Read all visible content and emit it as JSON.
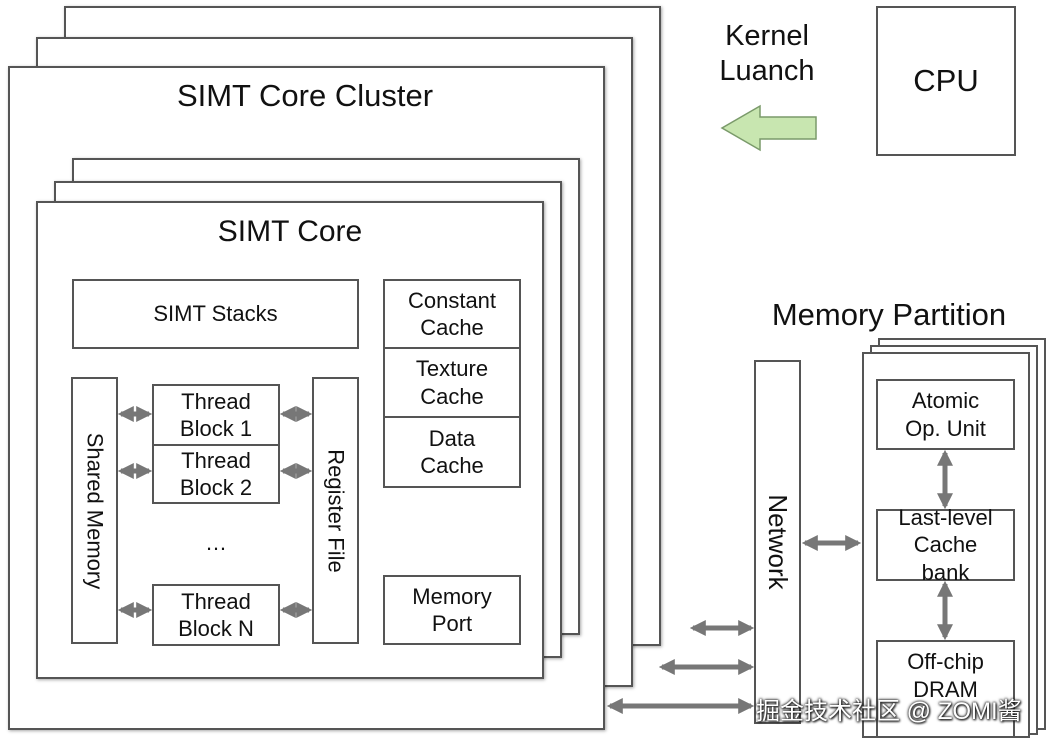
{
  "cluster": {
    "title": "SIMT Core Cluster"
  },
  "core": {
    "title": "SIMT Core",
    "simt_stacks": "SIMT Stacks",
    "constant_cache": "Constant\nCache",
    "texture_cache": "Texture\nCache",
    "data_cache": "Data\nCache",
    "memory_port": "Memory\nPort",
    "shared_memory": "Shared Memory",
    "register_file": "Register File",
    "thread_block_1": "Thread\nBlock 1",
    "thread_block_2": "Thread\nBlock 2",
    "ellipsis": "…",
    "thread_block_n": "Thread\nBlock N"
  },
  "kernel_launch": {
    "label": "Kernel\nLuanch"
  },
  "cpu": {
    "label": "CPU"
  },
  "network": {
    "label": "Network"
  },
  "memory_partition": {
    "title": "Memory Partition",
    "atomic_unit": "Atomic\nOp. Unit",
    "llc_bank": "Last-level\nCache\nbank",
    "dram": "Off-chip\nDRAM"
  },
  "watermark": {
    "text": "掘金技术社区 @ ZOMI酱"
  },
  "colors": {
    "border": "#555555",
    "arrow": "#777777",
    "kernel_arrow_fill": "#c8e6b0",
    "kernel_arrow_stroke": "#7a9a6a"
  }
}
